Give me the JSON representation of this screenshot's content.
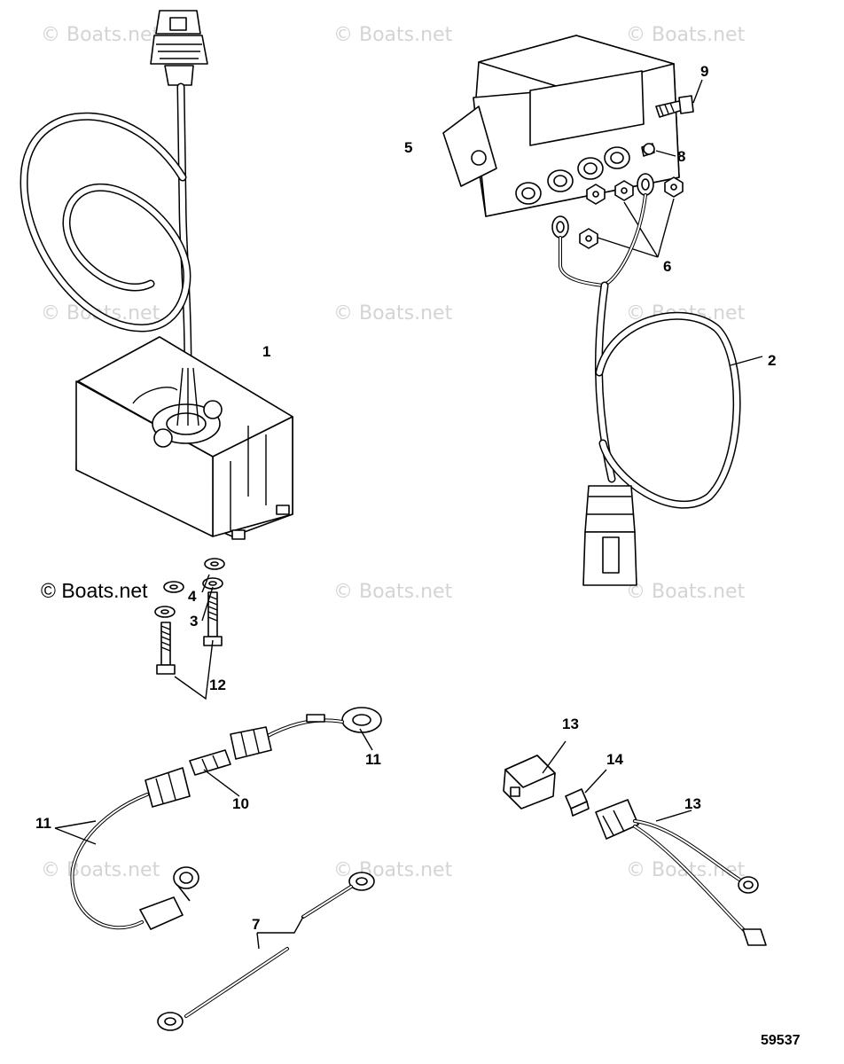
{
  "watermark": {
    "text": "© Boats.net",
    "color": "#d4d4d4",
    "dark_text": "© Boats.net"
  },
  "figure_number": "59537",
  "callouts": {
    "c1": "1",
    "c2": "2",
    "c3": "3",
    "c4": "4",
    "c5": "5",
    "c6": "6",
    "c7": "7",
    "c8": "8",
    "c9": "9",
    "c10": "10",
    "c11a": "11",
    "c11b": "11",
    "c12": "12",
    "c13a": "13",
    "c13b": "13",
    "c14": "14"
  }
}
